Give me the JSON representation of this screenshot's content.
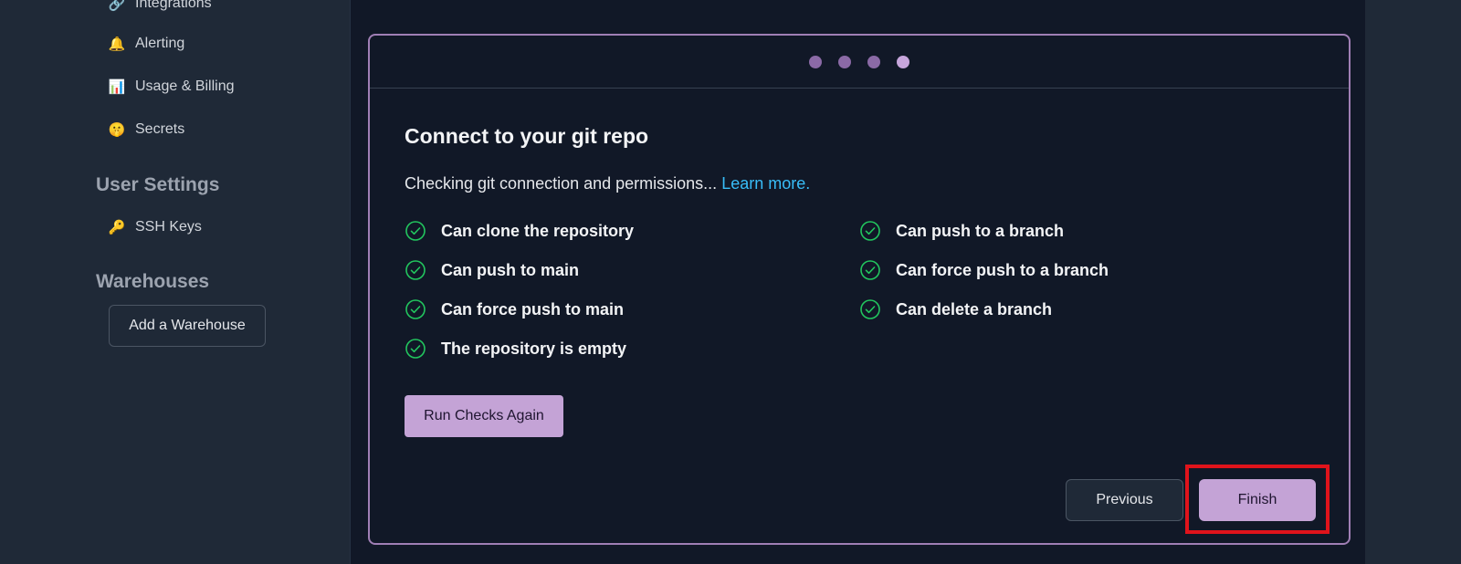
{
  "sidebar": {
    "items_top": [
      {
        "label": "Integrations",
        "icon": "link-icon"
      },
      {
        "label": "Alerting",
        "icon": "bell-icon"
      },
      {
        "label": "Usage & Billing",
        "icon": "bar-chart-icon"
      },
      {
        "label": "Secrets",
        "icon": "shush-face-icon"
      }
    ],
    "user_settings_title": "User Settings",
    "user_settings_items": [
      {
        "label": "SSH Keys",
        "icon": "key-icon"
      }
    ],
    "warehouses_title": "Warehouses",
    "add_warehouse_label": "Add a Warehouse"
  },
  "wizard": {
    "steps_total": 4,
    "current_step": 4,
    "title": "Connect to your git repo",
    "subtitle": "Checking git connection and permissions...",
    "learn_more": "Learn more.",
    "checks_left": [
      "Can clone the repository",
      "Can push to main",
      "Can force push to main",
      "The repository is empty"
    ],
    "checks_right": [
      "Can push to a branch",
      "Can force push to a branch",
      "Can delete a branch"
    ],
    "run_again_label": "Run Checks Again",
    "previous_label": "Previous",
    "finish_label": "Finish"
  },
  "colors": {
    "accent": "#c4a3d6",
    "card_border": "#a07fb5",
    "link": "#38bdf8",
    "check": "#22c55e",
    "highlight": "#e0131b"
  }
}
